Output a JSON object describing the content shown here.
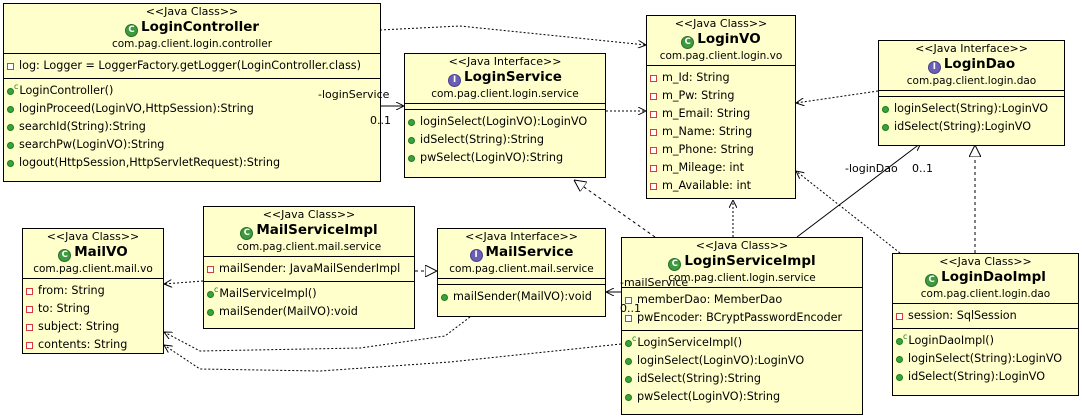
{
  "classes": {
    "login_controller": {
      "stereotype": "<<Java Class>>",
      "name": "LoginController",
      "package": "com.pag.client.login.controller",
      "fields": [
        "log: Logger = LoggerFactory.getLogger(LoginController.class)"
      ],
      "methods": [
        "LoginController()",
        "loginProceed(LoginVO,HttpSession):String",
        "searchId(String):String",
        "searchPw(LoginVO):String",
        "logout(HttpSession,HttpServletRequest):String"
      ]
    },
    "login_service": {
      "stereotype": "<<Java Interface>>",
      "name": "LoginService",
      "package": "com.pag.client.login.service",
      "methods": [
        "loginSelect(LoginVO):LoginVO",
        "idSelect(String):String",
        "pwSelect(LoginVO):String"
      ]
    },
    "login_vo": {
      "stereotype": "<<Java Class>>",
      "name": "LoginVO",
      "package": "com.pag.client.login.vo",
      "fields": [
        "m_Id: String",
        "m_Pw: String",
        "m_Email: String",
        "m_Name: String",
        "m_Phone: String",
        "m_Mileage: int",
        "m_Available: int"
      ]
    },
    "login_dao": {
      "stereotype": "<<Java Interface>>",
      "name": "LoginDao",
      "package": "com.pag.client.login.dao",
      "methods": [
        "loginSelect(String):LoginVO",
        "idSelect(String):LoginVO"
      ]
    },
    "mail_vo": {
      "stereotype": "<<Java Class>>",
      "name": "MailVO",
      "package": "com.pag.client.mail.vo",
      "fields": [
        "from: String",
        "to: String",
        "subject: String",
        "contents: String"
      ]
    },
    "mail_service_impl": {
      "stereotype": "<<Java Class>>",
      "name": "MailServiceImpl",
      "package": "com.pag.client.mail.service",
      "fields": [
        "mailSender: JavaMailSenderImpl"
      ],
      "methods": [
        "MailServiceImpl()",
        "mailSender(MailVO):void"
      ]
    },
    "mail_service": {
      "stereotype": "<<Java Interface>>",
      "name": "MailService",
      "package": "com.pag.client.mail.service",
      "methods": [
        "mailSender(MailVO):void"
      ]
    },
    "login_service_impl": {
      "stereotype": "<<Java Class>>",
      "name": "LoginServiceImpl",
      "package": "com.pag.client.login.service",
      "fields": [
        "memberDao: MemberDao",
        "pwEncoder: BCryptPasswordEncoder"
      ],
      "methods": [
        "LoginServiceImpl()",
        "loginSelect(LoginVO):LoginVO",
        "idSelect(String):String",
        "pwSelect(LoginVO):String"
      ]
    },
    "login_dao_impl": {
      "stereotype": "<<Java Class>>",
      "name": "LoginDaoImpl",
      "package": "com.pag.client.login.dao",
      "fields": [
        "session: SqlSession"
      ],
      "methods": [
        "LoginDaoImpl()",
        "loginSelect(String):LoginVO",
        "idSelect(String):LoginVO"
      ]
    }
  },
  "edge_labels": {
    "login_service_role": "-loginService",
    "login_service_mult": "0..1",
    "login_dao_role": "-loginDao",
    "login_dao_mult": "0..1",
    "mail_service_role": "-mailService",
    "mail_service_mult": "0..1"
  },
  "colors": {
    "class_fill": "#ffffcc",
    "class_badge": "#3e9a3e",
    "interface_badge": "#6b5fb5",
    "private_marker": "#d63a3a",
    "public_marker": "#3aa43a"
  }
}
